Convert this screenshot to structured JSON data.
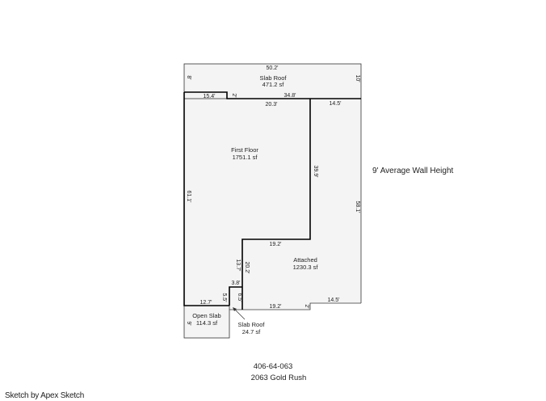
{
  "areas": {
    "slab_roof_top": {
      "name": "Slab Roof",
      "area": "471.2 sf"
    },
    "first_floor": {
      "name": "First Floor",
      "area": "1751.1 sf"
    },
    "attached": {
      "name": "Attached",
      "area": "1230.3 sf"
    },
    "open_slab": {
      "name": "Open Slab",
      "area": "114.3 sf"
    },
    "slab_roof_small": {
      "name": "Slab Roof",
      "area": "24.7 sf"
    }
  },
  "dimensions": {
    "top_width": "50.2'",
    "left_top": "8'",
    "right_top": "10'",
    "ff_top_left": "15.4'",
    "ff_jog": "2'",
    "ff_top_mid": "20.3'",
    "roof_mid": "34.8'",
    "att_top": "14.5'",
    "ff_right": "39.9'",
    "left_wall": "61.1'",
    "right_wall": "58.1'",
    "ff_bottom": "19.2'",
    "inner_upper": "13.7'",
    "inner_tall": "20.2'",
    "small_top": "3.8'",
    "left_lower": "5.5'",
    "small_side": "6.5'",
    "open_slab_top": "12.7'",
    "open_slab_side": "9'",
    "att_bottom_mid": "19.2'",
    "att_jog": "2'",
    "att_bottom_right": "14.5'"
  },
  "wall_height_note": "9' Average Wall Height",
  "parcel": "406-64-063",
  "address": "2063 Gold Rush",
  "credit": "Sketch by Apex Sketch"
}
